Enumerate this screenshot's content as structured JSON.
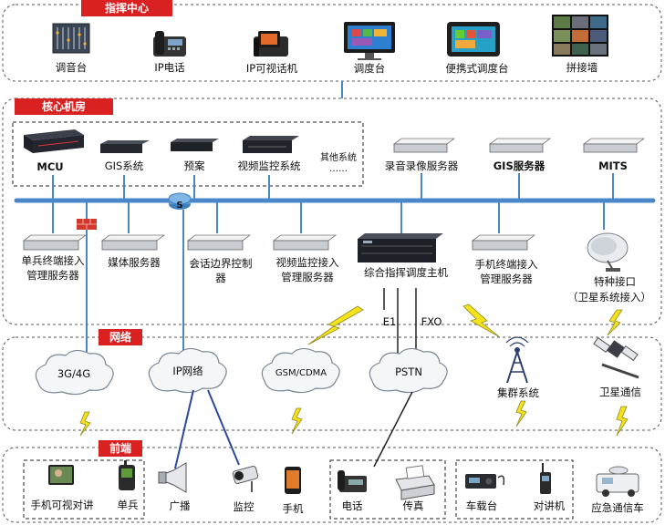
{
  "sections": {
    "command_center": "指挥中心",
    "core_room": "核心机房",
    "network": "网络",
    "frontend": "前端"
  },
  "command_center": {
    "mixer": "调音台",
    "ip_phone": "IP电话",
    "ip_video_phone": "IP可视话机",
    "dispatch_console": "调度台",
    "portable_console": "便携式调度台",
    "video_wall": "拼接墙"
  },
  "core_room": {
    "mcu": "MCU",
    "gis_system": "GIS系统",
    "plan": "预案",
    "video_monitoring_system": "视频监控系统",
    "other_systems": "其他系统",
    "other_ellipsis": "……",
    "recording_server": "录音录像服务器",
    "gis_server": "GIS服务器",
    "mits": "MITS",
    "soldier_terminal_server": [
      "单兵终端接入",
      "管理服务器"
    ],
    "media_server": "媒体服务器",
    "session_border_controller": [
      "会话边界控制",
      "器"
    ],
    "video_access_server": [
      "视频监控接入",
      "管理服务器"
    ],
    "dispatch_host": "综合指挥调度主机",
    "mobile_terminal_server": [
      "手机终端接入",
      "管理服务器"
    ],
    "special_interface": [
      "特种接口",
      "（卫星系统接入）"
    ],
    "e1": "E1",
    "fxo": "FXO",
    "switch_letter": "S"
  },
  "network": {
    "net_3g4g": "3G/4G",
    "ip_network": "IP网络",
    "gsm_cdma": "GSM/CDMA",
    "pstn": "PSTN",
    "trunking": "集群系统",
    "satellite": "卫星通信"
  },
  "frontend": {
    "video_intercom_phone": "手机可视对讲",
    "soldier": "单兵",
    "broadcast": "广播",
    "monitoring": "监控",
    "mobile_phone": "手机",
    "telephone": "电话",
    "fax": "传真",
    "vehicle_radio": "车载台",
    "walkie_talkie": "对讲机",
    "emergency_vehicle": "应急通信车"
  },
  "colors": {
    "section_label_bg": "#d92121",
    "bus": "#4a86c8",
    "wireless_bolt": "#f5e21d"
  }
}
